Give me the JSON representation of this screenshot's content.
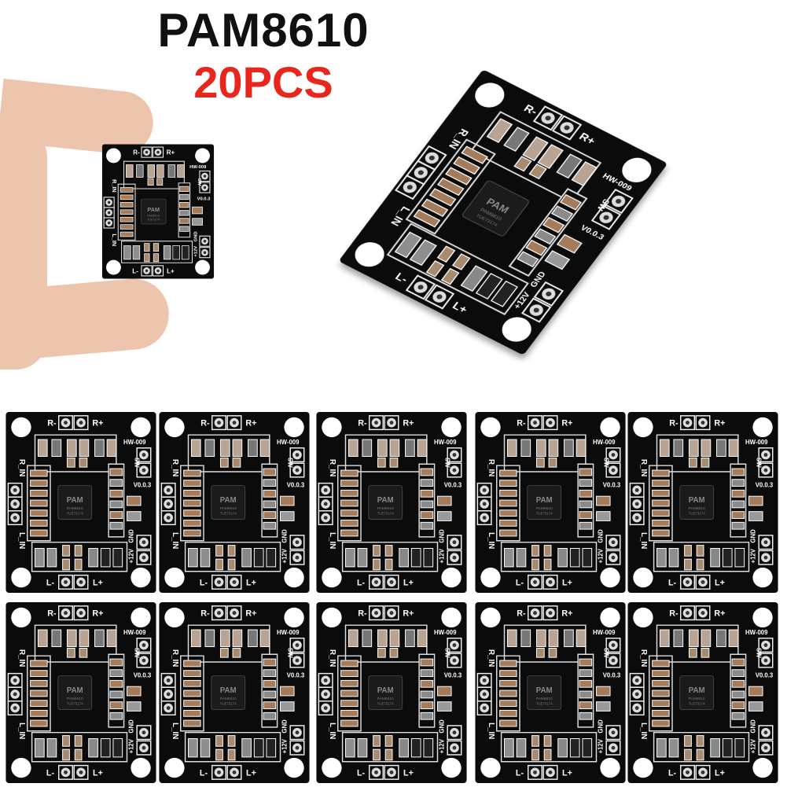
{
  "heading": {
    "model": "PAM8610",
    "quantity": "20PCS",
    "quantity_color": "#e8261b"
  },
  "board_labels": {
    "r_minus": "R-",
    "r_plus": "R+",
    "r_in": "R_IN",
    "l_in": "L_IN",
    "l_minus": "L-",
    "l_plus": "L+",
    "model_code": "HW-009",
    "version": "V0.0.3",
    "sw": "SW",
    "v12": "+12V",
    "gnd": "GND",
    "chip_logo": "PAM",
    "chip_name": "PAM8610",
    "chip_code": "TUE73174"
  },
  "grid": {
    "rows": 2,
    "columns": 5
  }
}
